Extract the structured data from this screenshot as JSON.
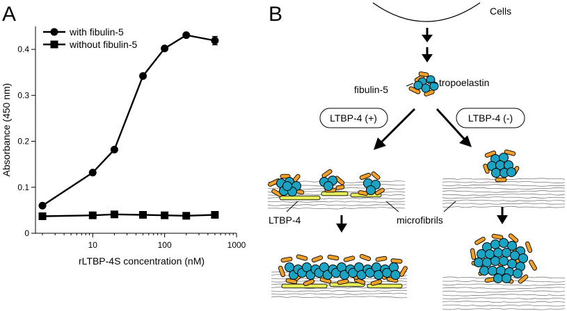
{
  "panels": {
    "a": {
      "letter": "A"
    },
    "b": {
      "letter": "B"
    }
  },
  "chart_data": {
    "type": "line",
    "x_scale": "log",
    "xlabel": "rLTBP-4S concentration (nM)",
    "ylabel": "Absorbance (450 nm)",
    "xlim": [
      1.6,
      1000
    ],
    "ylim": [
      0,
      0.45
    ],
    "x_ticks": [
      10,
      100,
      1000
    ],
    "x_tick_labels": [
      "10",
      "100",
      "1000"
    ],
    "y_ticks": [
      0,
      0.1,
      0.2,
      0.3,
      0.4
    ],
    "y_tick_labels": [
      "0",
      "0.1",
      "0.2",
      "0.3",
      "0.4"
    ],
    "legend_position": "top-left",
    "series": [
      {
        "name": "with fibulin-5",
        "marker": "circle",
        "x": [
          2,
          10,
          20,
          50,
          100,
          200,
          500
        ],
        "y": [
          0.06,
          0.132,
          0.182,
          0.342,
          0.402,
          0.431,
          0.419
        ],
        "error": [
          0,
          0,
          0,
          0,
          0,
          0,
          0.009
        ]
      },
      {
        "name": "without fibulin-5",
        "marker": "square",
        "x": [
          2,
          10,
          20,
          50,
          100,
          200,
          500
        ],
        "y": [
          0.037,
          0.039,
          0.041,
          0.04,
          0.039,
          0.038,
          0.04
        ]
      }
    ]
  },
  "diagram": {
    "cells_label": "Cells",
    "fibulin_label": "fibulin-5",
    "tropoelastin_label": "tropoelastin",
    "ltbp_plus_label": "LTBP-4 (+)",
    "ltbp_minus_label": "LTBP-4 (-)",
    "ltbp4_label": "LTBP-4",
    "microfibrils_label": "microfibrils",
    "colors": {
      "tropoelastin": "#1aa3c2",
      "fibulin": "#f0a02a",
      "ltbp4": "#e6ec5a",
      "fibril": "#7d7d7d"
    }
  }
}
